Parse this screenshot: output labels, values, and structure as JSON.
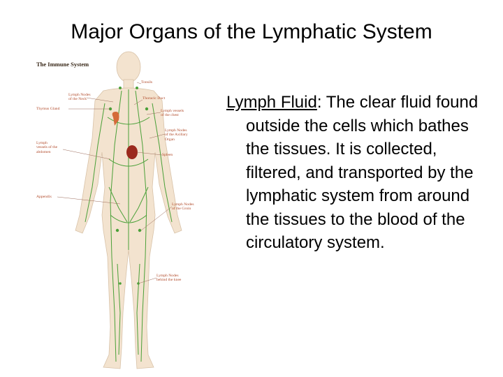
{
  "slide": {
    "title": "Major Organs of the Lymphatic System"
  },
  "figure": {
    "title": "The Immune System",
    "labels": {
      "tonsils": "Tonsils",
      "neck_nodes_1": "Lymph Nodes",
      "neck_nodes_2": "of the Neck",
      "thoracic_duct": "Thoracic Duct",
      "thymus": "Thymus Gland",
      "chest_vessels_1": "Lymph vessels",
      "chest_vessels_2": "of the chest",
      "axillary_1": "Lymph Nodes",
      "axillary_2": "of the Axillary",
      "axillary_3": "Organ",
      "abdomen_vessels_1": "Lymph",
      "abdomen_vessels_2": "vessels of the",
      "abdomen_vessels_3": "abdomen",
      "spleen": "Spleen",
      "appendix": "Appendix",
      "groin_1": "Lymph Nodes",
      "groin_2": "of the Groin",
      "knee_1": "Lymph Nodes",
      "knee_2": "behind the knee"
    },
    "colors": {
      "skin": "#f3e3cf",
      "vessel": "#4aa038",
      "spleen": "#9b2a1e",
      "label": "#b14a2a"
    }
  },
  "content": {
    "term": "Lymph Fluid",
    "definition": ": The clear fluid found outside the cells which bathes the tissues. It is collected, filtered, and transported by the lymphatic system from around the tissues to the blood of the circulatory system."
  }
}
